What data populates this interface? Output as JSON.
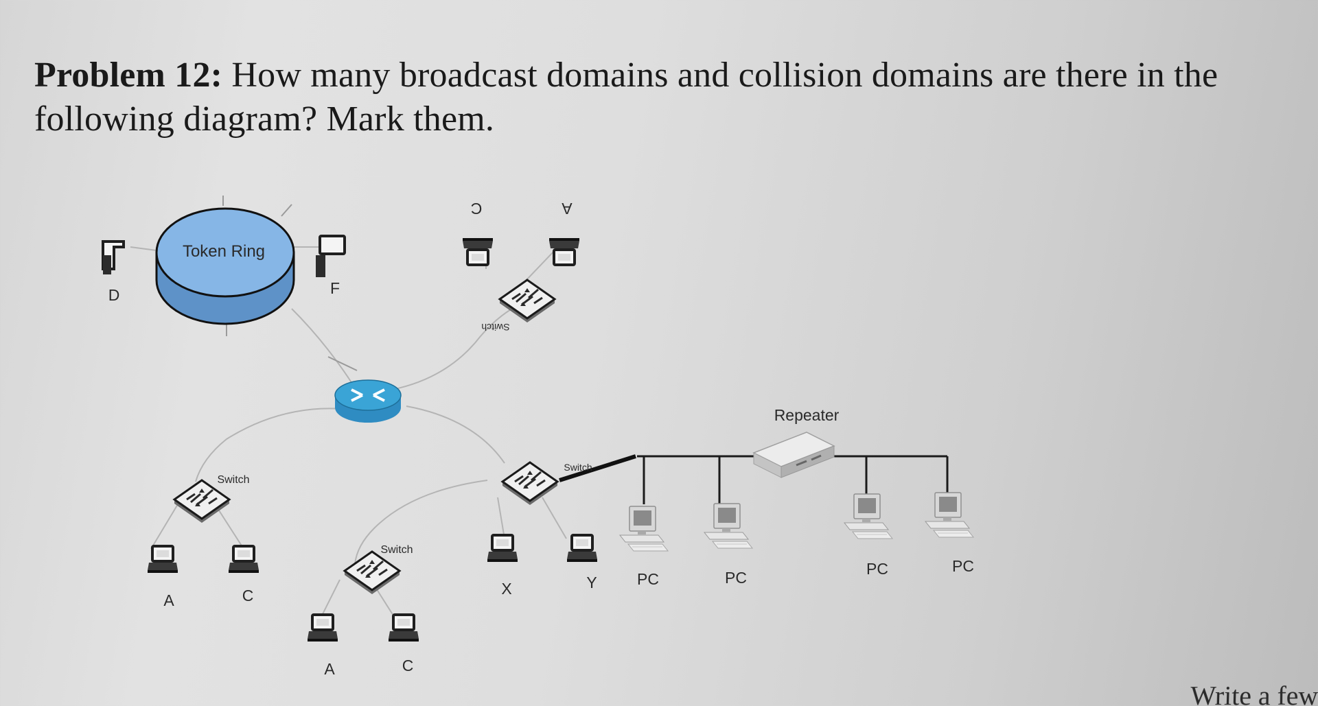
{
  "problem": {
    "prefix": "Problem 12:",
    "text": "How many broadcast domains and collision domains are there in the following diagram? Mark them."
  },
  "diagram": {
    "token_ring_label": "Token Ring",
    "repeater_label": "Repeater",
    "switch_label": "Switch",
    "host_labels": {
      "d": "D",
      "f": "F",
      "top_c": "C",
      "top_a": "A",
      "left_a": "A",
      "left_c": "C",
      "mid_a": "A",
      "mid_c": "C",
      "x": "X",
      "y": "Y",
      "pc1": "PC",
      "pc2": "PC",
      "pc3": "PC",
      "pc4": "PC"
    }
  },
  "footer": {
    "partial_text": "Write a few"
  },
  "colors": {
    "ring_fill": "#86b6e6",
    "ring_side": "#5e92c8",
    "router_fill": "#3aa4d6",
    "link_gray": "#b4b4b4",
    "bus_black": "#1a1a1a"
  }
}
